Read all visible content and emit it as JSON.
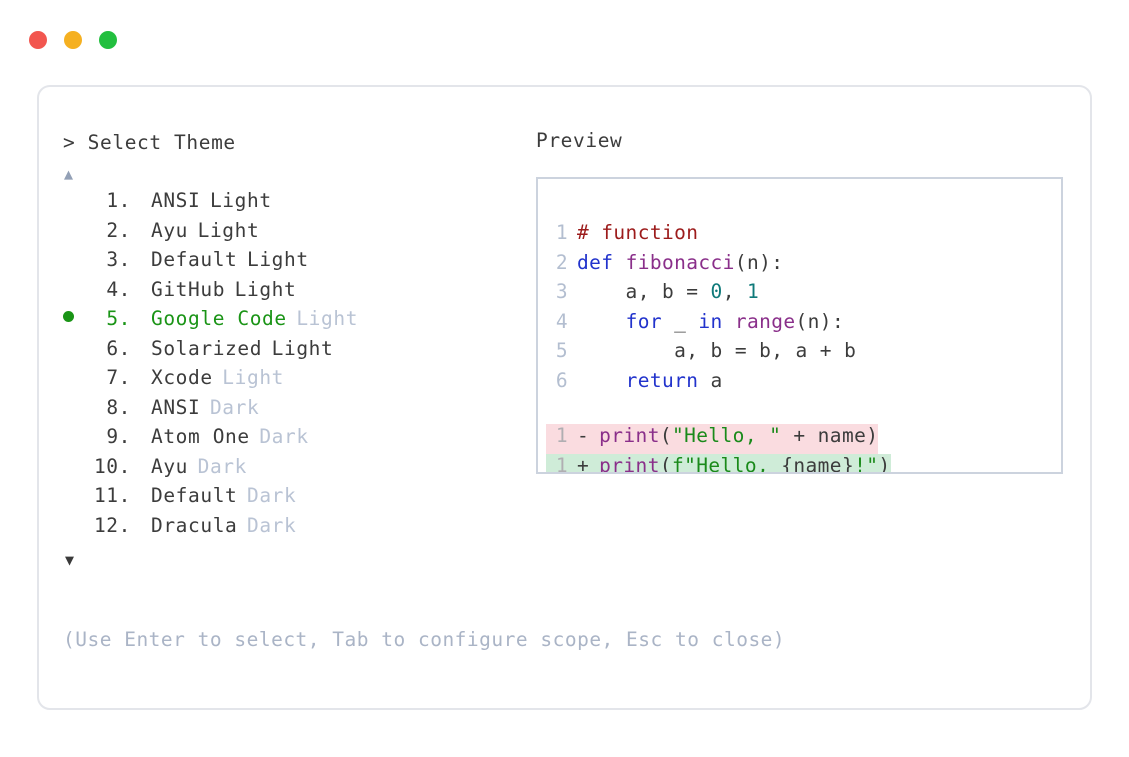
{
  "window": {
    "traffic_lights": [
      {
        "name": "close",
        "color": "#f2564f"
      },
      {
        "name": "minimize",
        "color": "#f5b021"
      },
      {
        "name": "maximize",
        "color": "#22bf3f"
      }
    ]
  },
  "prompt": {
    "symbol": ">",
    "title": "Select Theme",
    "line": "> Select Theme"
  },
  "scroll": {
    "up_arrow": "▲",
    "down_arrow": "▼"
  },
  "theme_list": {
    "selected_index": 5,
    "selected_bullet": "●",
    "items": [
      {
        "number": "1.",
        "name": "ANSI",
        "variant": "Light",
        "variant_style": "plain",
        "selected": false
      },
      {
        "number": "2.",
        "name": "Ayu",
        "variant": "Light",
        "variant_style": "plain",
        "selected": false
      },
      {
        "number": "3.",
        "name": "Default",
        "variant": "Light",
        "variant_style": "plain",
        "selected": false
      },
      {
        "number": "4.",
        "name": "GitHub",
        "variant": "Light",
        "variant_style": "plain",
        "selected": false
      },
      {
        "number": "5.",
        "name": "Google Code",
        "variant": "Light",
        "variant_style": "muted",
        "selected": true
      },
      {
        "number": "6.",
        "name": "Solarized",
        "variant": "Light",
        "variant_style": "plain",
        "selected": false
      },
      {
        "number": "7.",
        "name": "Xcode",
        "variant": "Light",
        "variant_style": "muted",
        "selected": false
      },
      {
        "number": "8.",
        "name": "ANSI",
        "variant": "Dark",
        "variant_style": "muted",
        "selected": false
      },
      {
        "number": "9.",
        "name": "Atom One",
        "variant": "Dark",
        "variant_style": "muted",
        "selected": false
      },
      {
        "number": "10.",
        "name": "Ayu",
        "variant": "Dark",
        "variant_style": "muted",
        "selected": false
      },
      {
        "number": "11.",
        "name": "Default",
        "variant": "Dark",
        "variant_style": "muted",
        "selected": false
      },
      {
        "number": "12.",
        "name": "Dracula",
        "variant": "Dark",
        "variant_style": "muted",
        "selected": false
      }
    ]
  },
  "hint": "(Use Enter to select, Tab to configure scope, Esc to close)",
  "preview": {
    "label": "Preview",
    "code_lines": [
      {
        "ln": "1",
        "tokens": [
          {
            "t": "# function",
            "c": "comment"
          }
        ]
      },
      {
        "ln": "2",
        "tokens": [
          {
            "t": "def ",
            "c": "keyword"
          },
          {
            "t": "fibonacci",
            "c": "func"
          },
          {
            "t": "(n):",
            "c": "plain"
          }
        ]
      },
      {
        "ln": "3",
        "tokens": [
          {
            "t": "    a, b = ",
            "c": "plain"
          },
          {
            "t": "0",
            "c": "num"
          },
          {
            "t": ", ",
            "c": "plain"
          },
          {
            "t": "1",
            "c": "num"
          }
        ]
      },
      {
        "ln": "4",
        "tokens": [
          {
            "t": "    ",
            "c": "plain"
          },
          {
            "t": "for",
            "c": "keyword"
          },
          {
            "t": " _ ",
            "c": "plain"
          },
          {
            "t": "in",
            "c": "keyword"
          },
          {
            "t": " ",
            "c": "plain"
          },
          {
            "t": "range",
            "c": "func"
          },
          {
            "t": "(n):",
            "c": "plain"
          }
        ]
      },
      {
        "ln": "5",
        "tokens": [
          {
            "t": "        a, b = b, a + b",
            "c": "plain"
          }
        ]
      },
      {
        "ln": "6",
        "tokens": [
          {
            "t": "    ",
            "c": "plain"
          },
          {
            "t": "return",
            "c": "keyword"
          },
          {
            "t": " a",
            "c": "plain"
          }
        ]
      }
    ],
    "diff_lines": [
      {
        "ln": "1",
        "sign": "-",
        "kind": "removed",
        "tokens": [
          {
            "t": "print",
            "c": "func"
          },
          {
            "t": "(",
            "c": "plain"
          },
          {
            "t": "\"Hello, \"",
            "c": "string"
          },
          {
            "t": " + name)",
            "c": "plain"
          }
        ]
      },
      {
        "ln": "1",
        "sign": "+",
        "kind": "added",
        "tokens": [
          {
            "t": "print",
            "c": "func"
          },
          {
            "t": "(",
            "c": "plain"
          },
          {
            "t": "f\"Hello, ",
            "c": "string"
          },
          {
            "t": "{name}",
            "c": "plain"
          },
          {
            "t": "!\"",
            "c": "string"
          },
          {
            "t": ")",
            "c": "plain"
          }
        ]
      }
    ]
  },
  "colors": {
    "accent_green": "#1a9416",
    "muted": "#b9c3d4",
    "hint": "#aab4c6",
    "text": "#3c3c3c",
    "panel_border": "#ccd3de",
    "card_border": "#e3e5ea",
    "diff_removed_bg": "#fadce0",
    "diff_added_bg": "#cfecd8"
  }
}
